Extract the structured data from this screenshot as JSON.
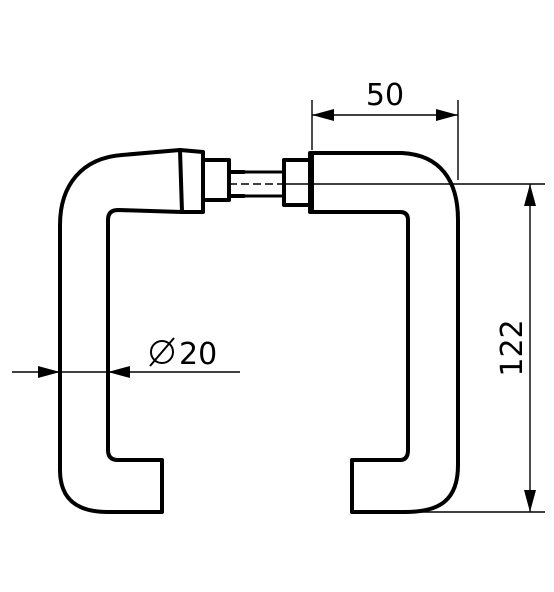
{
  "dimensions": {
    "width_label": "50",
    "height_label": "122",
    "diameter_label": "20",
    "diameter_symbol": "Ø"
  },
  "colors": {
    "stroke": "#000000",
    "background": "#ffffff"
  }
}
